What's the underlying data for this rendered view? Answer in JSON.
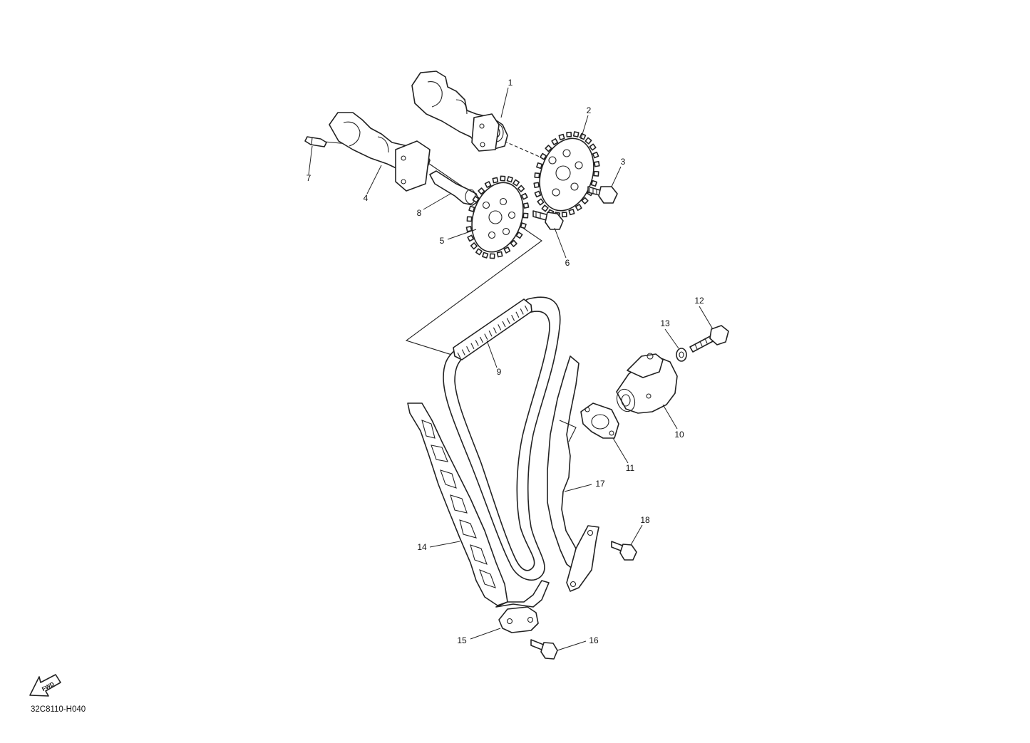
{
  "diagram_code": "32C8110-H040",
  "fwd_label": "FWD",
  "callouts": [
    {
      "id": "c1",
      "label": "1"
    },
    {
      "id": "c2",
      "label": "2"
    },
    {
      "id": "c3",
      "label": "3"
    },
    {
      "id": "c4",
      "label": "4"
    },
    {
      "id": "c5",
      "label": "5"
    },
    {
      "id": "c6",
      "label": "6"
    },
    {
      "id": "c7",
      "label": "7"
    },
    {
      "id": "c8",
      "label": "8"
    },
    {
      "id": "c9",
      "label": "9"
    },
    {
      "id": "c10",
      "label": "10"
    },
    {
      "id": "c11",
      "label": "11"
    },
    {
      "id": "c12",
      "label": "12"
    },
    {
      "id": "c13",
      "label": "13"
    },
    {
      "id": "c14",
      "label": "14"
    },
    {
      "id": "c15",
      "label": "15"
    },
    {
      "id": "c16",
      "label": "16"
    },
    {
      "id": "c17",
      "label": "17"
    },
    {
      "id": "c18",
      "label": "18"
    }
  ]
}
